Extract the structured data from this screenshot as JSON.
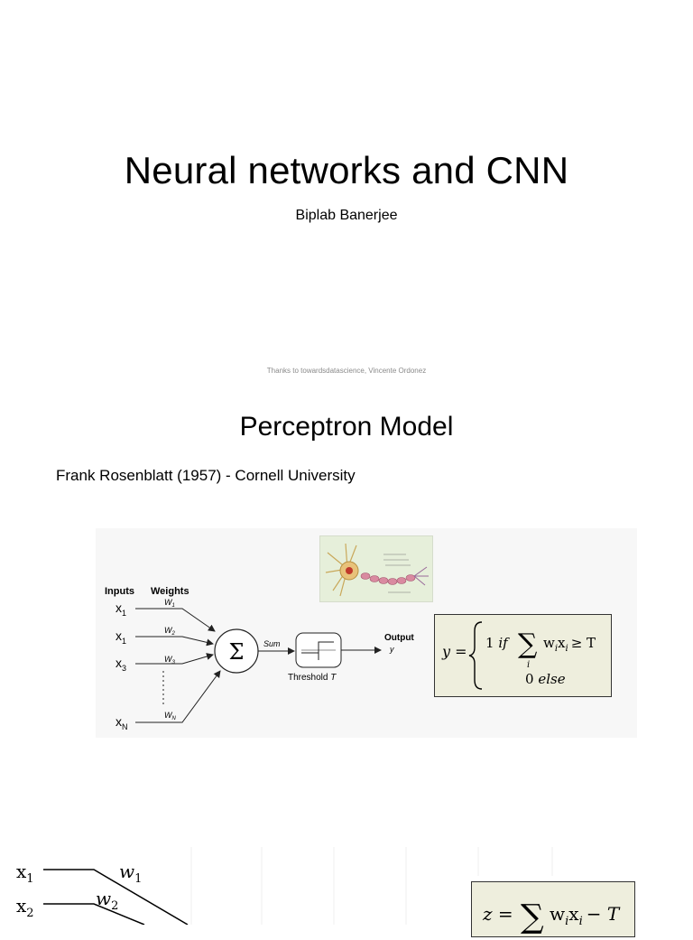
{
  "slide1": {
    "title": "Neural networks and CNN",
    "author": "Biplab Banerjee",
    "credit": "Thanks to towardsdatascience, Vincente Ordonez"
  },
  "slide2": {
    "title": "Perceptron Model",
    "subtitle": "Frank Rosenblatt (1957) - Cornell University",
    "diagram": {
      "inputs_header": "Inputs",
      "weights_header": "Weights",
      "inputs": [
        {
          "base": "x",
          "sub": "1"
        },
        {
          "base": "x",
          "sub": "1"
        },
        {
          "base": "x",
          "sub": "3"
        },
        {
          "base": "x",
          "sub": "N"
        }
      ],
      "weights": [
        {
          "base": "W",
          "sub": "1"
        },
        {
          "base": "W",
          "sub": "2"
        },
        {
          "base": "W",
          "sub": "3"
        },
        {
          "base": "W",
          "sub": "N"
        }
      ],
      "sum_symbol": "Σ",
      "sum_label": "Sum",
      "threshold_label": "Threshold",
      "threshold_var": "T",
      "output_label": "Output",
      "output_var": "y"
    },
    "formula": {
      "lhs": "y =",
      "case1_value": "1",
      "case1_if": "if",
      "sum_symbol": "∑",
      "sum_index": "i",
      "case1_term_w": "w",
      "case1_term_x": "x",
      "case1_sub": "i",
      "case1_cmp": "≥ T",
      "case2_value": "0",
      "case2_else": "else"
    }
  },
  "slide3": {
    "inputs": [
      {
        "base": "x",
        "sub": "1"
      },
      {
        "base": "x",
        "sub": "2"
      }
    ],
    "weights": [
      {
        "base": "w",
        "sub": "1"
      },
      {
        "base": "w",
        "sub": "2"
      }
    ],
    "formula": {
      "lhs": "z =",
      "sum_symbol": "∑",
      "w": "w",
      "x": "x",
      "sub": "i",
      "minus_T": "− T"
    }
  },
  "colors": {
    "background": "#ffffff",
    "formula_box": "#eeeedd",
    "credit_text": "#8a8a8a"
  }
}
